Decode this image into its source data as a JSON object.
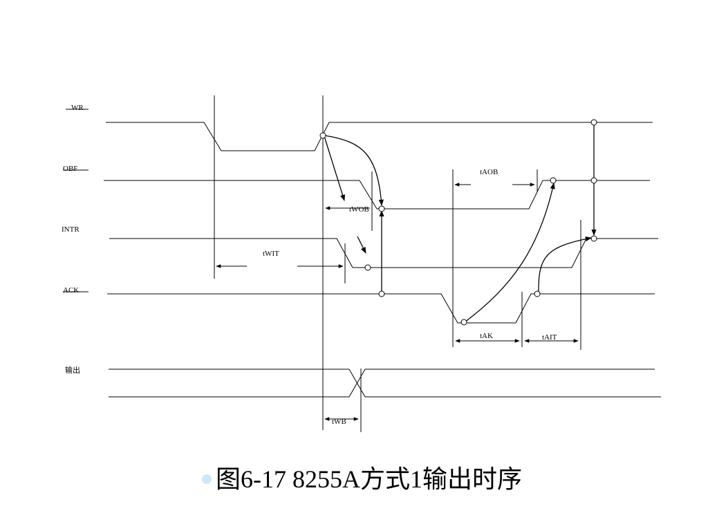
{
  "signals": {
    "wr": "WR",
    "obf": "OBF",
    "intr": "INTR",
    "ack": "ACK",
    "output": "输出"
  },
  "timings": {
    "twob": "tWOB",
    "twit": "tWIT",
    "taob": "tAOB",
    "tak": "tAK",
    "tait": "tAIT",
    "twb": "tWB"
  },
  "caption": "图6-17  8255A方式1输出时序",
  "colors": {
    "line": "#000000",
    "bullet": "#cfe8f8",
    "background": "#ffffff"
  }
}
